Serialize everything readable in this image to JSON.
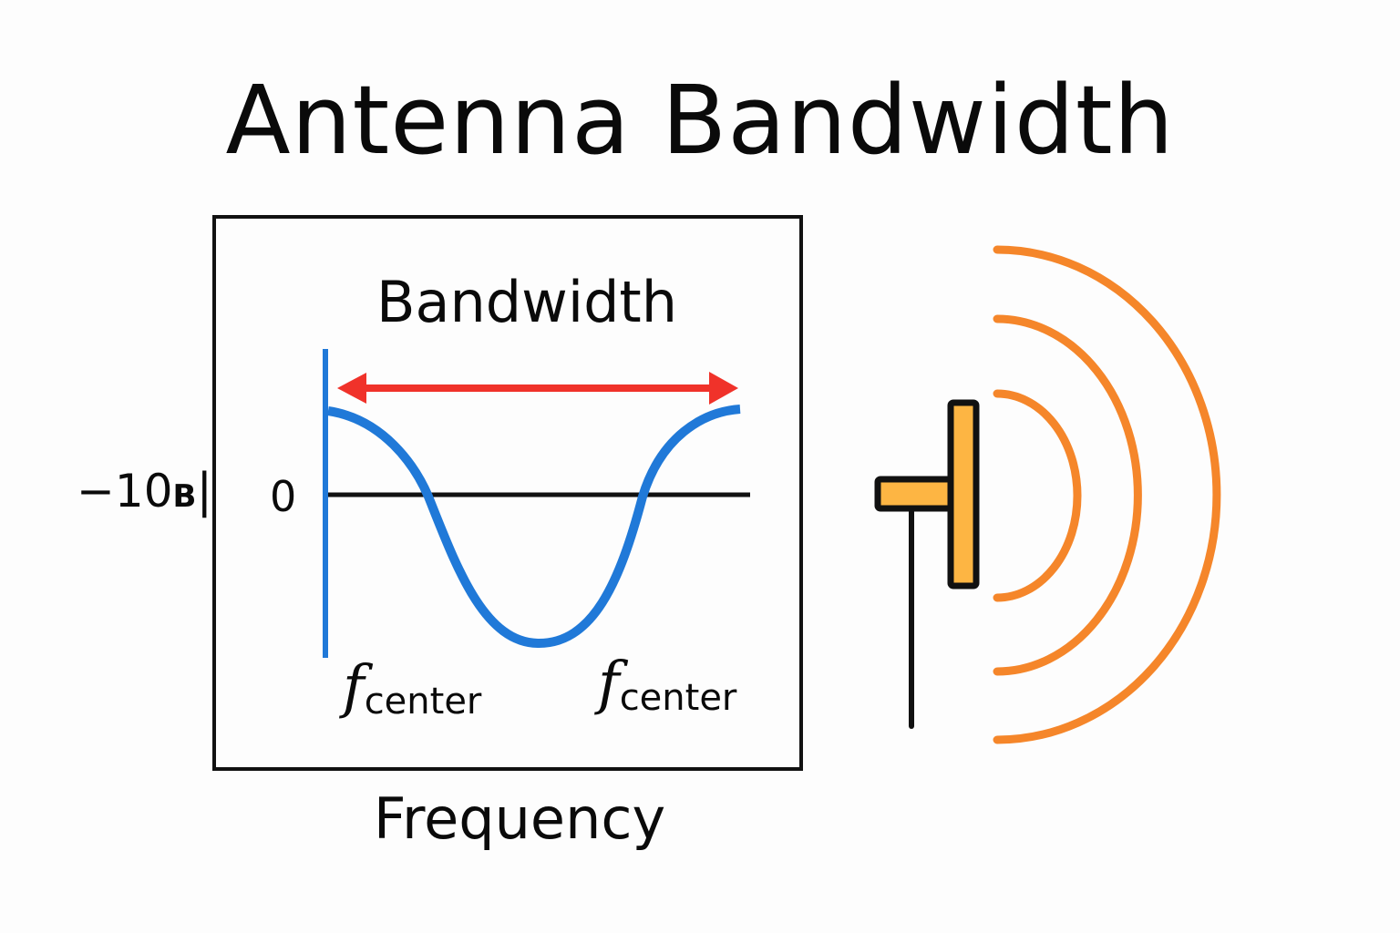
{
  "title": "Antenna Bandwidth",
  "plot": {
    "bandwidth_label": "Bandwidth",
    "y_label": "−10",
    "y_label_sub": "B",
    "y_label_bar": "|",
    "zero_label": "0",
    "f_symbol": "f",
    "f_left_sub": "center",
    "f_right_sub": "center",
    "x_label": "Frequency"
  },
  "colors": {
    "curve": "#2079d8",
    "arrow": "#f0322a",
    "axis": "#111111",
    "wave": "#f5862a",
    "antenna_fill": "#fdb543",
    "antenna_outline": "#111111"
  },
  "icons": {
    "antenna": "antenna-icon",
    "waves": "radio-waves-icon"
  }
}
